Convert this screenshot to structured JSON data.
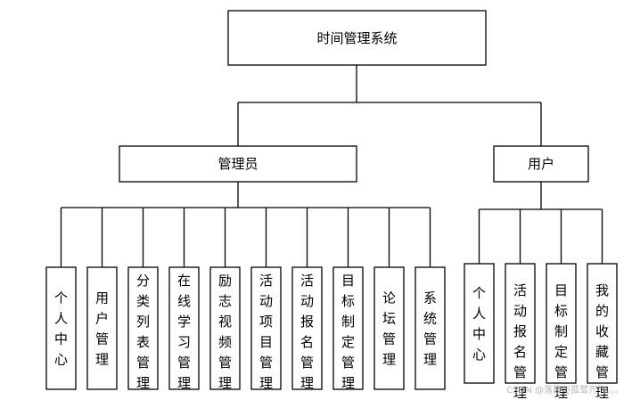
{
  "root": {
    "label": "时间管理系统"
  },
  "branches": [
    {
      "id": "admin",
      "label": "管理员",
      "children": [
        "个人中心",
        "用户管理",
        "分类列表管理",
        "在线学习管理",
        "励志视频管理",
        "活动项目管理",
        "活动报名管理",
        "目标制定管理",
        "论坛管理",
        "系统管理"
      ]
    },
    {
      "id": "user",
      "label": "用户",
      "children": [
        "个人中心",
        "活动报名管理",
        "目标制定管理",
        "我的收藏管理"
      ]
    }
  ],
  "watermark": "CSDN @落霞与孤鹜齐飞。。。"
}
